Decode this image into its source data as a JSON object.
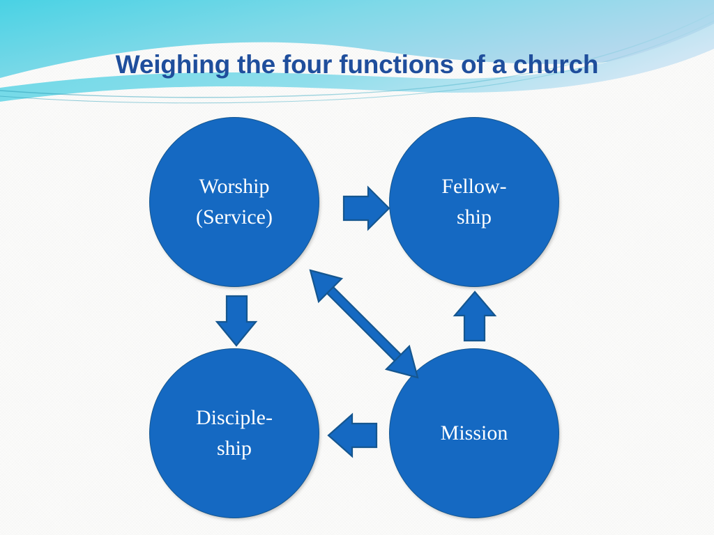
{
  "slide": {
    "title": "Weighing the four functions of a church",
    "background_color": "#fbfbfa",
    "title_color": "#1f4e9c",
    "accent_color": "#1569c2",
    "wave_color_dark": "#35b8d4",
    "wave_color_light": "#9fe0ef"
  },
  "diagram": {
    "type": "cycle",
    "nodes": [
      {
        "id": "worship",
        "label": "Worship\n(Service)",
        "position": "top-left"
      },
      {
        "id": "fellowship",
        "label": "Fellow-\nship",
        "position": "top-right"
      },
      {
        "id": "discipleship",
        "label": "Disciple-\nship",
        "position": "bottom-left"
      },
      {
        "id": "mission",
        "label": "Mission",
        "position": "bottom-right"
      }
    ],
    "arrows": [
      {
        "id": "worship-to-fellowship",
        "from": "worship",
        "to": "fellowship",
        "direction": "right"
      },
      {
        "id": "worship-to-discipleship",
        "from": "worship",
        "to": "discipleship",
        "direction": "down"
      },
      {
        "id": "mission-to-fellowship",
        "from": "mission",
        "to": "fellowship",
        "direction": "up"
      },
      {
        "id": "mission-to-discipleship",
        "from": "mission",
        "to": "discipleship",
        "direction": "left"
      },
      {
        "id": "worship-mission-diagonal",
        "from": "worship",
        "to": "mission",
        "direction": "double-diagonal"
      }
    ]
  }
}
